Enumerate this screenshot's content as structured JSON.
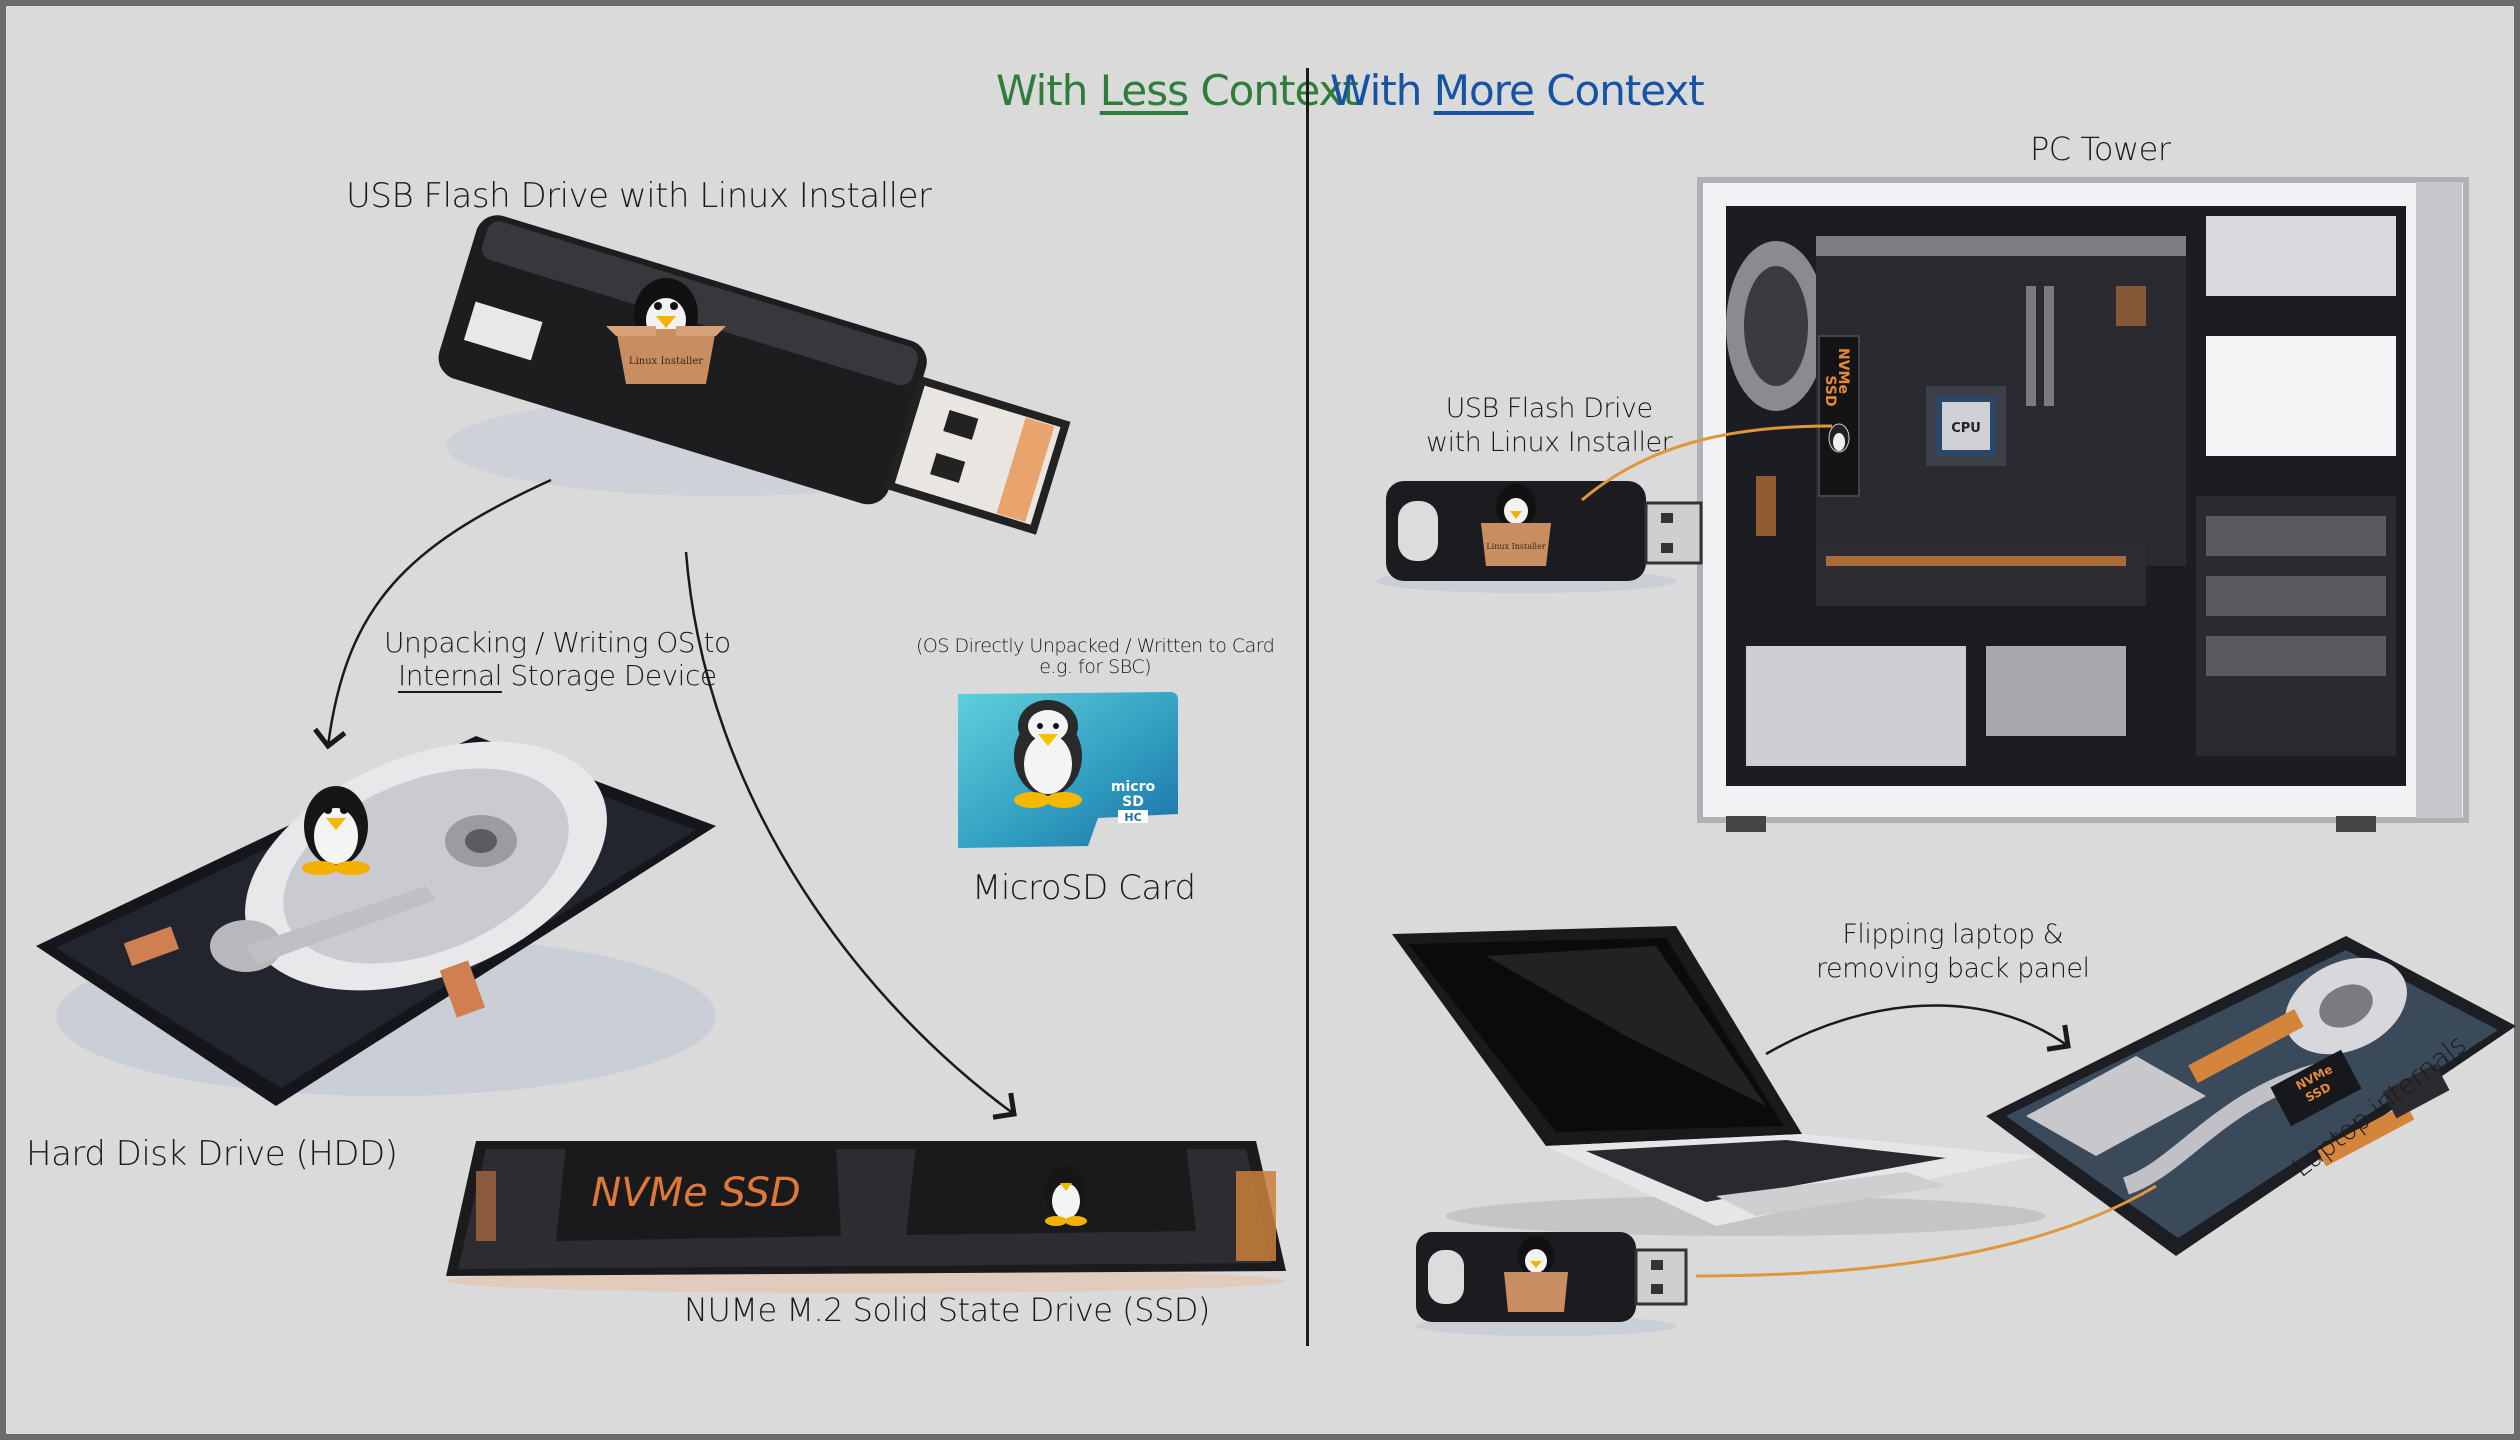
{
  "header": {
    "left": {
      "prefix": "With ",
      "emphasis": "Less",
      "suffix": " Context",
      "color": "#2e7d3a"
    },
    "right": {
      "prefix": "With ",
      "emphasis": "More",
      "suffix": " Context",
      "color": "#1553a5"
    }
  },
  "left_panel": {
    "usb_label": "USB Flash Drive with Linux Installer",
    "box_label": "Linux Installer",
    "arrow_label_line1": "Unpacking / Writing OS to",
    "arrow_label_line2_emphasis": "Internal",
    "arrow_label_line2_rest": " Storage Device",
    "sd_note_line1": "(OS Directly Unpacked / Written to Card",
    "sd_note_line2": "e.g. for SBC)",
    "sd_label": "MicroSD Card",
    "sd_logo_line1": "micro",
    "sd_logo_line2": "SD",
    "sd_logo_line3": "HC",
    "hdd_label": "Hard Disk Drive (HDD)",
    "ssd_label": "NUMe M.2 Solid State Drive (SSD)",
    "ssd_chip_text": "NVMe SSD"
  },
  "right_panel": {
    "tower_label": "PC Tower",
    "usb_label_line1": "USB Flash Drive",
    "usb_label_line2": "with Linux Installer",
    "box_label": "Linux Installer",
    "tower_ssd_text_line1": "NVMe",
    "tower_ssd_text_line2": "SSD",
    "cpu_text": "CPU",
    "flip_label_line1": "Flipping laptop &",
    "flip_label_line2": "removing back panel",
    "laptop_internals_label": "Laptop internals",
    "laptop_ssd_text_line1": "NVMe",
    "laptop_ssd_text_line2": "SSD",
    "connector_color": "#e0963a"
  }
}
